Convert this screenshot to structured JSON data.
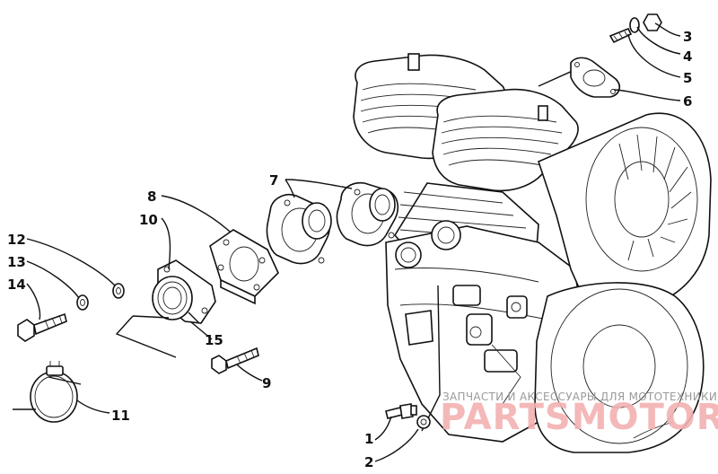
{
  "callouts": [
    {
      "id": "1",
      "label": "1"
    },
    {
      "id": "2",
      "label": "2"
    },
    {
      "id": "3",
      "label": "3"
    },
    {
      "id": "4",
      "label": "4"
    },
    {
      "id": "5",
      "label": "5"
    },
    {
      "id": "6",
      "label": "6"
    },
    {
      "id": "7",
      "label": "7"
    },
    {
      "id": "8",
      "label": "8"
    },
    {
      "id": "9",
      "label": "9"
    },
    {
      "id": "10",
      "label": "10"
    },
    {
      "id": "11",
      "label": "11"
    },
    {
      "id": "12",
      "label": "12"
    },
    {
      "id": "13",
      "label": "13"
    },
    {
      "id": "14",
      "label": "14"
    },
    {
      "id": "15",
      "label": "15"
    }
  ],
  "watermark": {
    "caption": "ЗАПЧАСТИ И АКСЕССУАРЫ ДЛЯ МОТОТЕХНИКИ",
    "brand": "PARTSMOTOR.RU"
  }
}
